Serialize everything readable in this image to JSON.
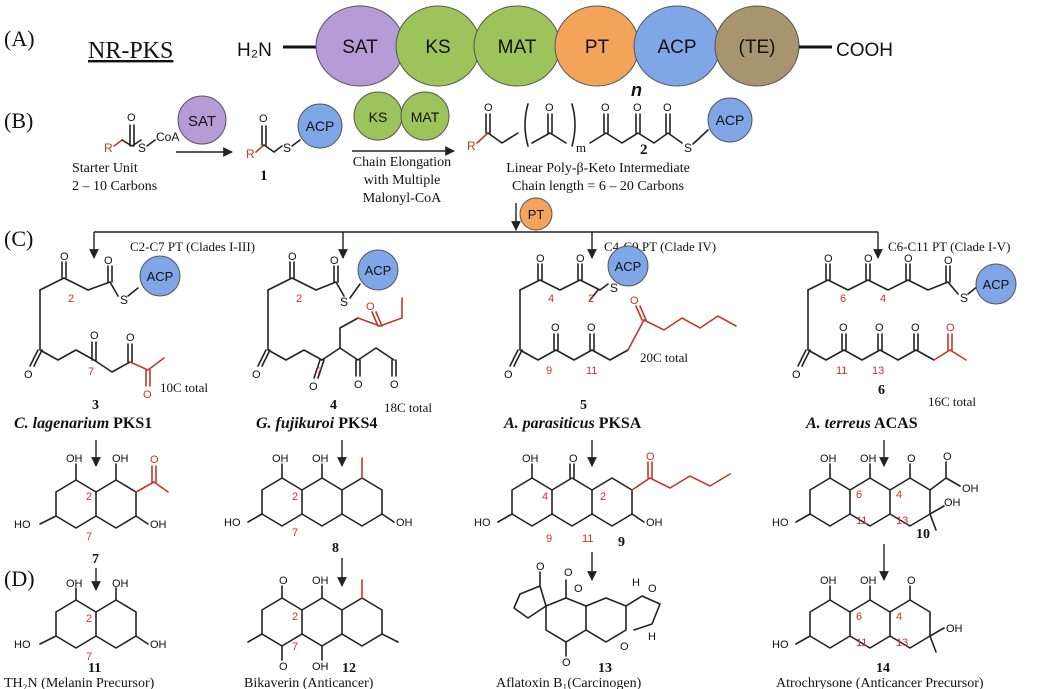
{
  "panels": {
    "a": "(A)",
    "b": "(B)",
    "c": "(C)",
    "d": "(D)"
  },
  "nrpks": {
    "title": "NR-PKS",
    "n_term": "H₂N",
    "c_term": "COOH",
    "repeat": "n",
    "domains": [
      {
        "label": "SAT",
        "color": "#b79bd6"
      },
      {
        "label": "KS",
        "color": "#9cc45a"
      },
      {
        "label": "MAT",
        "color": "#9cc45a"
      },
      {
        "label": "PT",
        "color": "#f4a35b"
      },
      {
        "label": "ACP",
        "color": "#7fa6e6"
      },
      {
        "label": "(TE)",
        "color": "#a8946f"
      }
    ]
  },
  "scheme_b": {
    "coa": "CoA",
    "starter_label": "Starter Unit",
    "starter_range": "2 – 10 Carbons",
    "sat": "SAT",
    "acp": "ACP",
    "ks": "KS",
    "mat": "MAT",
    "cmpd1": "1",
    "elong_1": "Chain Elongation",
    "elong_2": "with Multiple",
    "elong_3": "Malonyl-CoA",
    "m": "m",
    "cmpd2": "2",
    "linear_1": "Linear Poly-β-Keto Intermediate",
    "linear_2": "Chain length = 6 – 20 Carbons",
    "pt": "PT"
  },
  "branches": [
    {
      "clade": "C2-C7 PT (Clades I-III)"
    },
    {
      "clade": "C4-C9 PT (Clade IV)"
    },
    {
      "clade": "C6-C11 PT (Clade I-V)"
    }
  ],
  "columns": [
    {
      "num": "3",
      "total": "10C total",
      "name_it": "C. lagenarium",
      "name_b": " PKS1",
      "mid_num": "7",
      "end_num": "11",
      "end_name": "TH₂N (Melanin Precursor)"
    },
    {
      "num": "4",
      "total": "18C total",
      "name_it": "G. fujikuroi",
      "name_b": " PKS4",
      "mid_num": "8",
      "end_num": "12",
      "end_name": "Bikaverin (Anticancer)"
    },
    {
      "num": "5",
      "total": "20C total",
      "name_it": "A. parasiticus",
      "name_b": " PKSA",
      "mid_num": "9",
      "end_num": "13",
      "end_name": "Aflatoxin B₁(Carcinogen)"
    },
    {
      "num": "6",
      "total": "16C total",
      "name_it": "A. terreus",
      "name_b": " ACAS",
      "mid_num": "10",
      "end_num": "14",
      "end_name": "Atrochrysone (Anticancer Precursor)"
    }
  ],
  "atoms": {
    "O": "O",
    "S": "S",
    "R": "R",
    "OH": "OH",
    "HO": "HO",
    "H": "H"
  },
  "locants": {
    "c2": "2",
    "c4": "4",
    "c6": "6",
    "c7": "7",
    "c9": "9",
    "c11": "11",
    "c13": "13"
  },
  "colors": {
    "acp": "#7fa6e6",
    "sat": "#b79bd6",
    "ksmat": "#9cc45a",
    "pt": "#f4a35b",
    "te": "#a8946f",
    "highlight": "#c0392b"
  }
}
